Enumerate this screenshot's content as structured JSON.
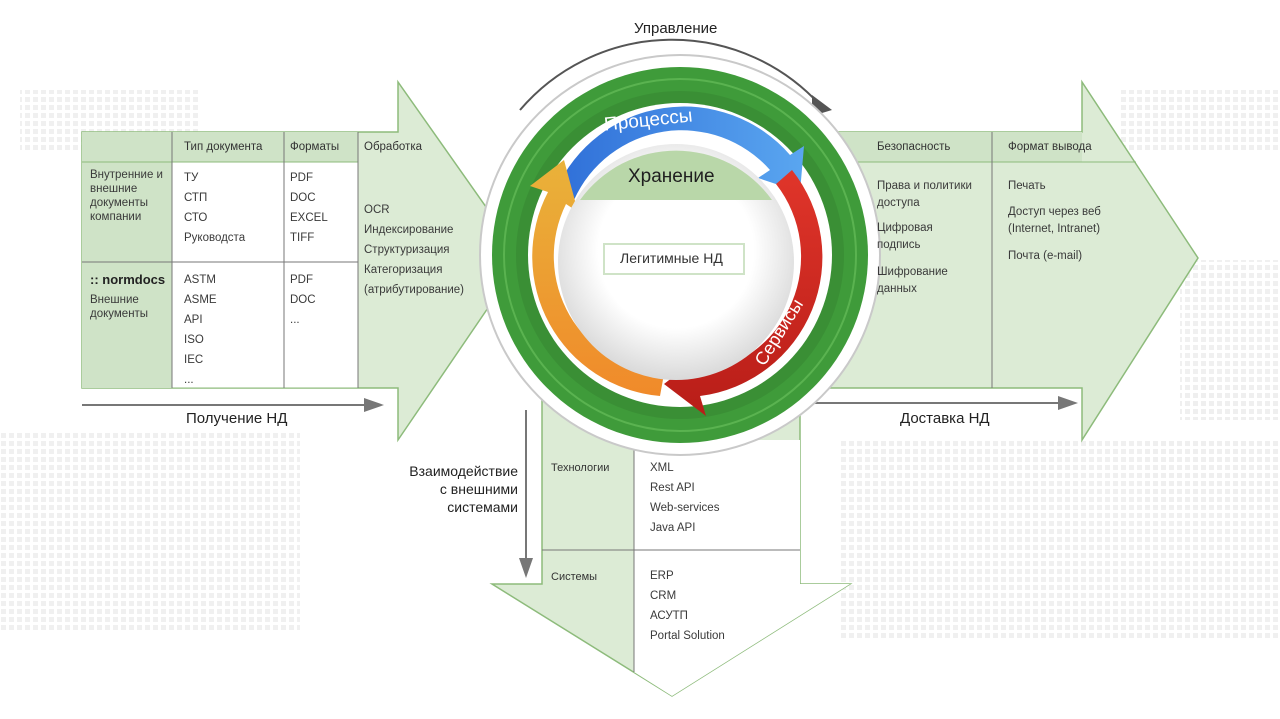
{
  "top_label": "Управление",
  "left_panel": {
    "headers": [
      "Тип документа",
      "Форматы",
      "Обработка"
    ],
    "row1_label": "Внутренние и\nвнешние\nдокументы\nкомпании",
    "row1_types": [
      "ТУ",
      "СТП",
      "СТО",
      "Руководста"
    ],
    "row1_formats": [
      "PDF",
      "DOC",
      "EXCEL",
      "TIFF"
    ],
    "row2_brand": ":: normdocs",
    "row2_label": "Внешние\nдокументы",
    "row2_types": [
      "ASTM",
      "ASME",
      "API",
      "ISO",
      "IEC",
      "..."
    ],
    "row2_formats": [
      "PDF",
      "DOC",
      "..."
    ],
    "processing": [
      "OCR",
      "Индексирование",
      "Структуризация",
      "Категоризация",
      "(атрибутирование)"
    ],
    "arrow_label": "Получение НД"
  },
  "right_panel": {
    "headers": [
      "Безопасность",
      "Формат вывода"
    ],
    "security": [
      "Права и политики\nдоступа",
      "Цифровая\nподпись",
      "Шифрование\nданных"
    ],
    "output": [
      "Печать",
      "Доступ через веб\n(Internet, Intranet)",
      "Почта (e-mail)"
    ],
    "arrow_label": "Доставка НД"
  },
  "bottom_panel": {
    "side_label": "Взаимодействие\nс внешними\nсистемами",
    "tech_label": "Технологии",
    "tech_items": [
      "XML",
      "Rest API",
      "Web-services",
      "Java API"
    ],
    "systems_label": "Системы",
    "systems_items": [
      "ERP",
      "CRM",
      "АСУТП",
      "Portal Solution"
    ]
  },
  "circle": {
    "processes": "Процессы",
    "storage": "Хранение",
    "services": "Сервисы",
    "center": "Легитимные НД"
  },
  "colors": {
    "panel_green": "#cfe3c7",
    "panel_border": "#7fb06b",
    "ring_green": "#3f9b3a",
    "blue": "#3f86e6",
    "red": "#c9261f",
    "orange": "#eda033"
  }
}
